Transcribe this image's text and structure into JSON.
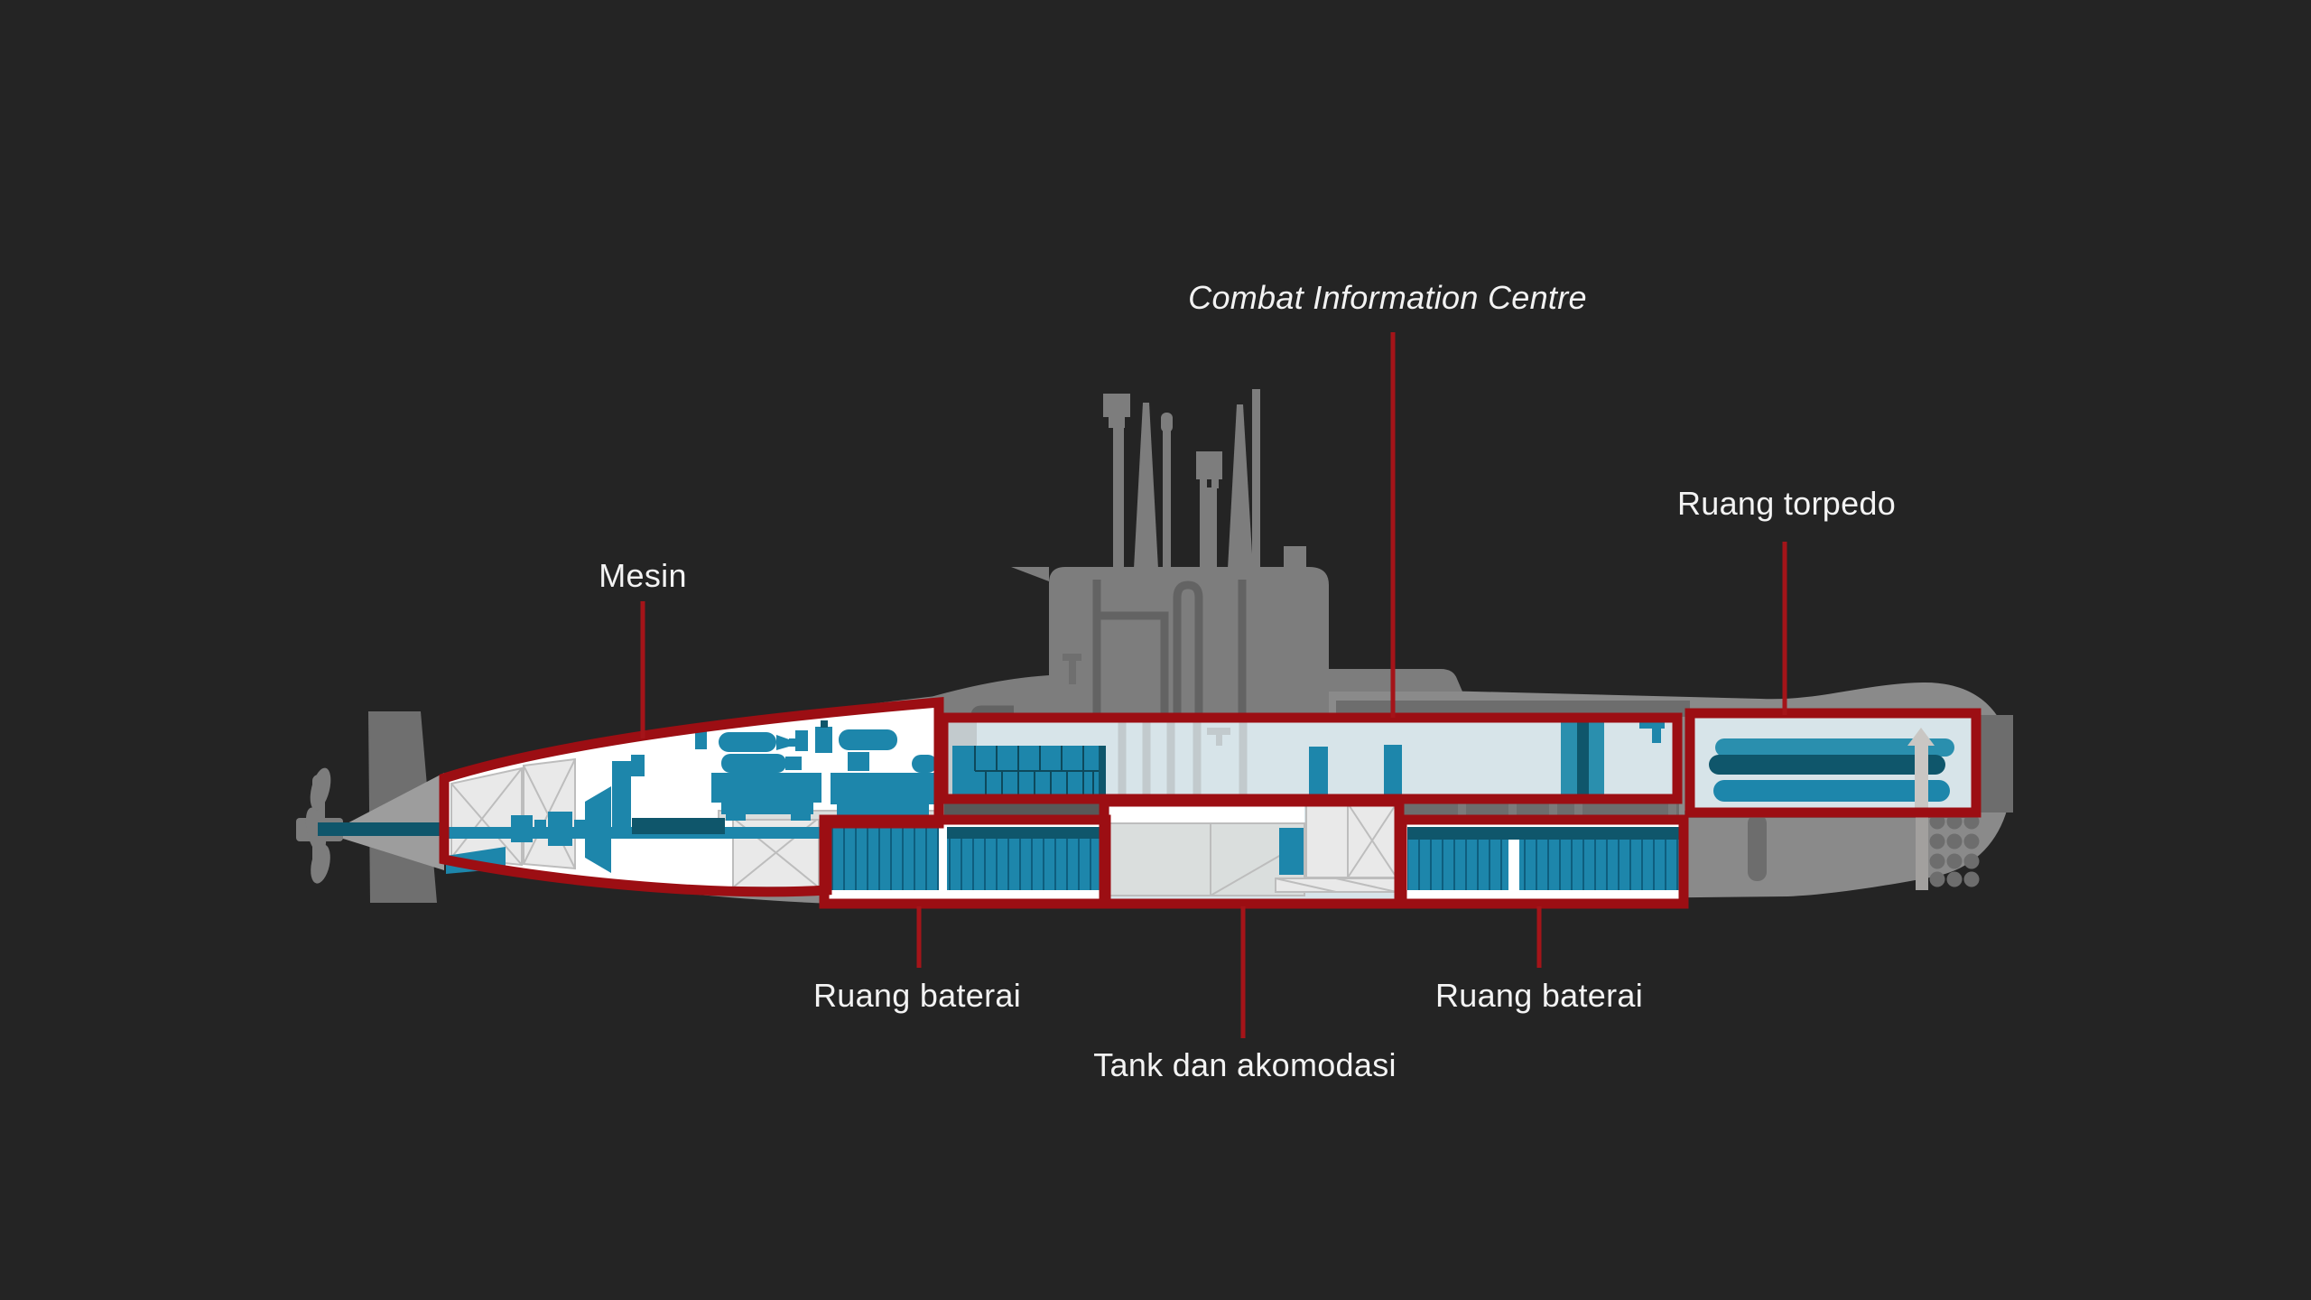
{
  "colors": {
    "bg": "#242424",
    "hull": "#8a8a8a",
    "hull_mid": "#6d6d6d",
    "hull_dark": "#585858",
    "column": "#7b7b7b",
    "sail": "#7d7d7d",
    "pipe": "#636363",
    "fin": "#6f6f6f",
    "cone": "#9d9d9d",
    "prop": "#7d7d7d",
    "white": "#ffffff",
    "light_blue": "#d7e4e9",
    "teal": "#1d86ab",
    "teal_dark": "#0f566b",
    "teal_bright": "#2a8fae",
    "slat_line": "#0e5e7e",
    "grid_line": "#0d495c",
    "red": "#9c0e13",
    "red_line": "#a41419",
    "pillar": "#c2cacd",
    "floor": "#dadedd",
    "frame": "#e9e9e9",
    "frame_line": "#bdbdbd",
    "arrow": "#c9c6c3",
    "arrow_dim": "#a2a09e",
    "label": "#f3f3f3"
  },
  "labels": {
    "cic": {
      "text": "Combat Information Centre"
    },
    "torpedo": {
      "text": "Ruang torpedo"
    },
    "mesin": {
      "text": "Mesin"
    },
    "battery_left": {
      "text": "Ruang baterai"
    },
    "tank": {
      "text": "Tank dan akomodasi"
    },
    "battery_right": {
      "text": "Ruang baterai"
    }
  }
}
